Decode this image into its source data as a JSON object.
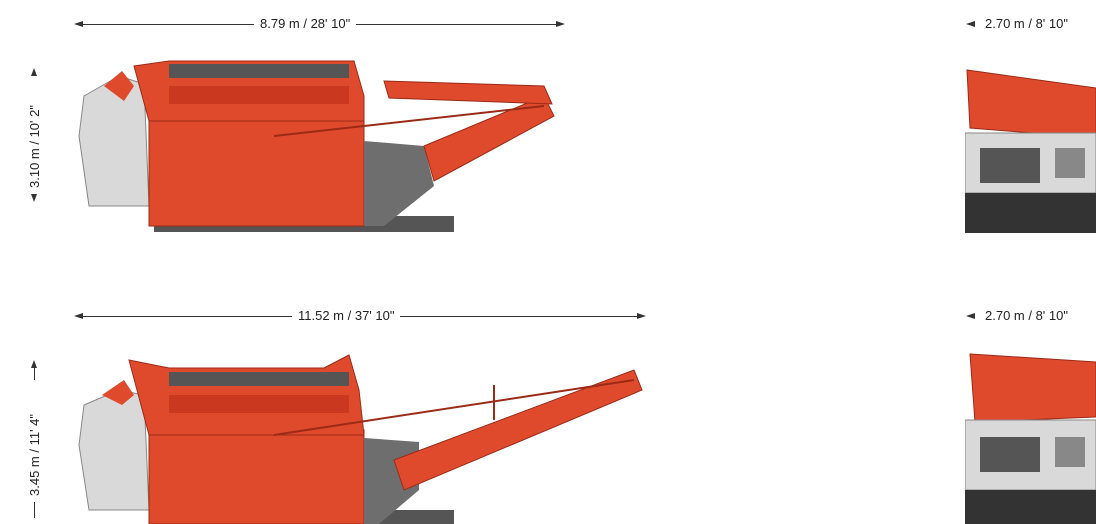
{
  "top_row": {
    "length_label": "8.79 m / 28' 10\"",
    "height_label": "3.10 m / 10' 2\"",
    "width_label": "2.70 m / 8' 10\""
  },
  "bottom_row": {
    "length_label": "11.52 m / 37' 10\"",
    "height_label": "3.45 m / 11' 4\"",
    "width_label": "2.70 m / 8' 10\""
  },
  "colors": {
    "machine_red": "#e04a2c",
    "dark_red": "#9b2a16",
    "grey": "#6e6e6e",
    "light_grey": "#d9d9d9"
  }
}
